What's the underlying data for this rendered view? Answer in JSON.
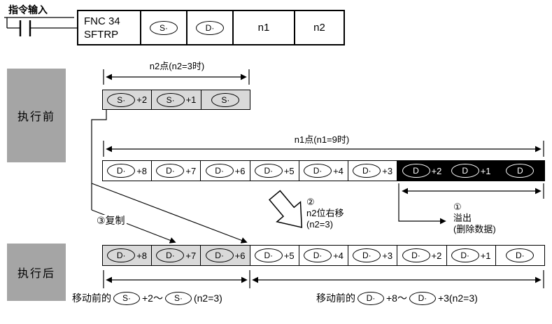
{
  "colors": {
    "stage_box": "#a5a5a5",
    "shaded_cell": "#d9d9d9",
    "black_cell": "#000000",
    "background": "#ffffff"
  },
  "ladder": {
    "input_label": "指令输入",
    "box": {
      "fnc": "FNC 34",
      "mnemonic": "SFTRP",
      "operand_s": "S·",
      "operand_d": "D·",
      "n1": "n1",
      "n2": "n2"
    }
  },
  "stages": {
    "before": "执行前",
    "after": "执行后"
  },
  "spans": {
    "n2": "n2点(n2=3时)",
    "n1": "n1点(n1=9时)"
  },
  "rows": {
    "source": [
      {
        "oval": "S·",
        "suffix": "+2",
        "style": "shaded"
      },
      {
        "oval": "S·",
        "suffix": "+1",
        "style": "shaded"
      },
      {
        "oval": "S·",
        "suffix": "",
        "style": "shaded"
      }
    ],
    "dest_before": [
      {
        "oval": "D·",
        "suffix": "+8",
        "style": "plain"
      },
      {
        "oval": "D·",
        "suffix": "+7",
        "style": "plain"
      },
      {
        "oval": "D·",
        "suffix": "+6",
        "style": "plain"
      },
      {
        "oval": "D·",
        "suffix": "+5",
        "style": "plain"
      },
      {
        "oval": "D·",
        "suffix": "+4",
        "style": "plain"
      },
      {
        "oval": "D·",
        "suffix": "+3",
        "style": "plain"
      },
      {
        "oval": "D",
        "suffix": "+2",
        "style": "black"
      },
      {
        "oval": "D",
        "suffix": "+1",
        "style": "black"
      },
      {
        "oval": "D",
        "suffix": "",
        "style": "black"
      }
    ],
    "dest_after": [
      {
        "oval": "D·",
        "suffix": "+8",
        "style": "shaded"
      },
      {
        "oval": "D·",
        "suffix": "+7",
        "style": "shaded"
      },
      {
        "oval": "D·",
        "suffix": "+6",
        "style": "shaded"
      },
      {
        "oval": "D·",
        "suffix": "+5",
        "style": "plain"
      },
      {
        "oval": "D·",
        "suffix": "+4",
        "style": "plain"
      },
      {
        "oval": "D·",
        "suffix": "+3",
        "style": "plain"
      },
      {
        "oval": "D·",
        "suffix": "+2",
        "style": "plain"
      },
      {
        "oval": "D·",
        "suffix": "+1",
        "style": "plain"
      },
      {
        "oval": "D·",
        "suffix": "",
        "style": "plain"
      }
    ]
  },
  "annotations": {
    "copy": "③复制",
    "shift": {
      "line1": "②",
      "line2": "n2位右移",
      "line3": "(n2=3)"
    },
    "overflow": {
      "line1": "①",
      "line2": "溢出",
      "line3": "(删除数据)"
    }
  },
  "captions": {
    "left": {
      "prefix": "移动前的",
      "oval1": "S·",
      "mid": "+2～",
      "oval2": "S·",
      "suffix": "(n2=3)"
    },
    "right": {
      "prefix": "移动前的",
      "oval1": "D·",
      "mid": "+8～",
      "oval2": "D·",
      "suffix": "+3(n2=3)"
    }
  }
}
